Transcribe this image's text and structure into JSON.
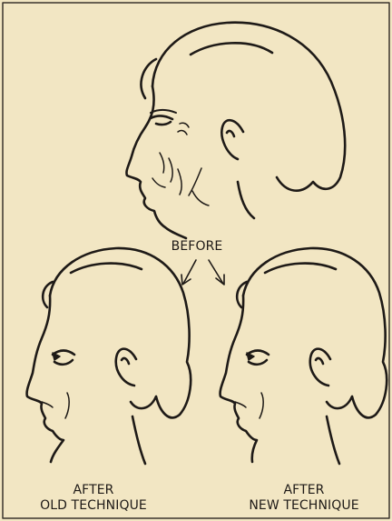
{
  "captions": {
    "before": "BEFORE",
    "after_old_line1": "AFTER",
    "after_old_line2": "OLD TECHNIQUE",
    "after_new_line1": "AFTER",
    "after_new_line2": "NEW TECHNIQUE"
  },
  "colors": {
    "paper": "#f2e6c3",
    "ink": "#1e1a17",
    "border": "#3a332c"
  },
  "figures": [
    {
      "id": "before-profile",
      "depicts": "aging face profile with wrinkles and sagging jowl"
    },
    {
      "id": "after-old-profile",
      "depicts": "face profile after old facelift technique"
    },
    {
      "id": "after-new-profile",
      "depicts": "face profile after new facelift technique"
    }
  ]
}
